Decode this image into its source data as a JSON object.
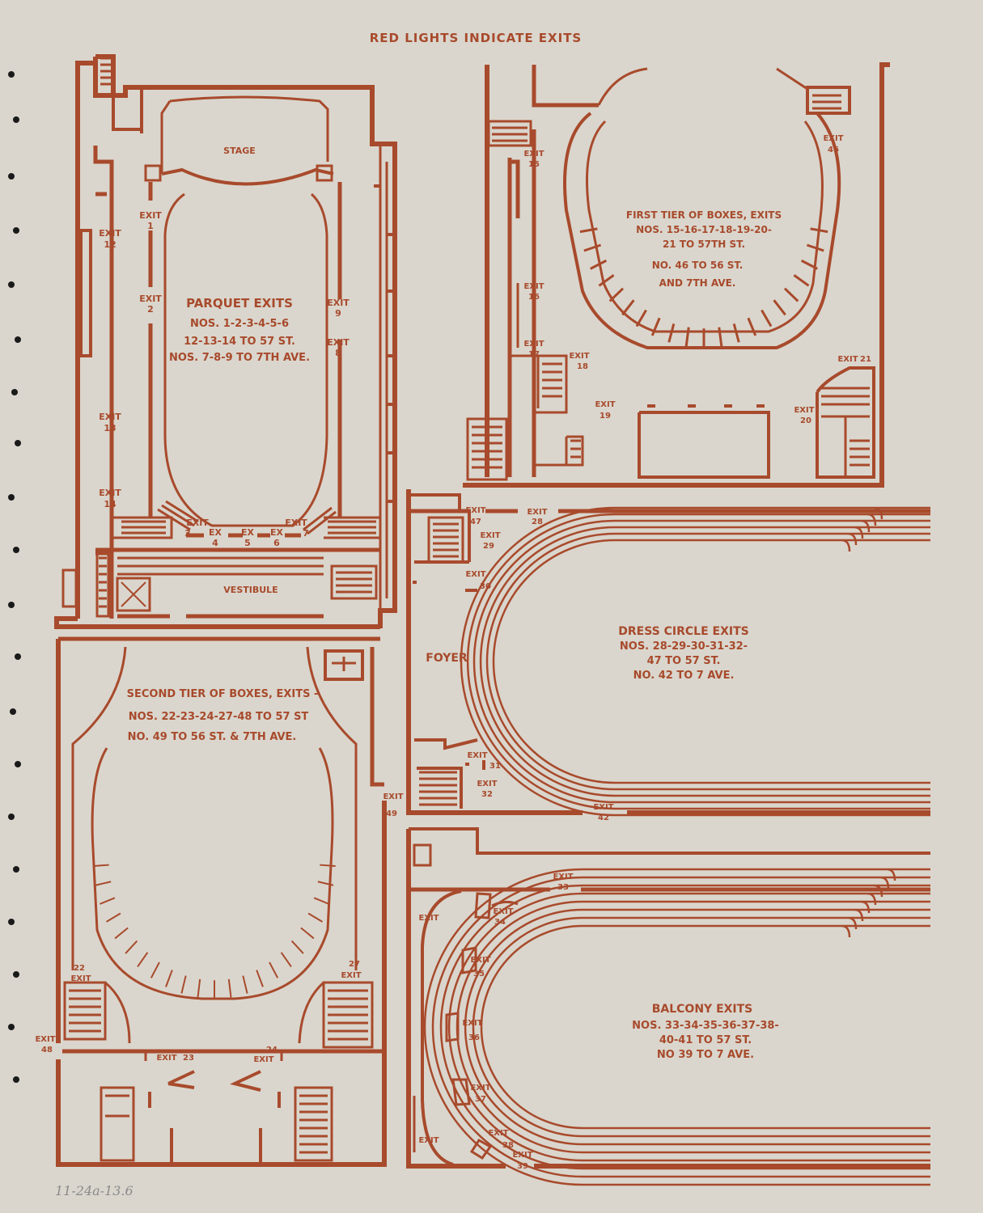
{
  "header": "RED LIGHTS INDICATE EXITS",
  "colors": {
    "paper": "#dad6cd",
    "ink": "#a84a2c"
  },
  "handwritten_note": "11-24a-13.6",
  "parquet": {
    "stage": "STAGE",
    "vestibule": "VESTIBULE",
    "exit_word": "EXIT",
    "ex_word": "EX",
    "exit_numbers": [
      "1",
      "2",
      "3",
      "4",
      "5",
      "6",
      "7",
      "8",
      "9",
      "12",
      "13",
      "14"
    ],
    "title": "PARQUET EXITS",
    "lines": [
      "NOS. 1-2-3-4-5-6",
      "12-13-14 TO 57 ST.",
      "NOS. 7-8-9 TO 7TH AVE."
    ]
  },
  "first_tier": {
    "exit_word": "EXIT",
    "exit_numbers": [
      "15",
      "16",
      "17",
      "18",
      "19",
      "20",
      "21",
      "46"
    ],
    "title": "FIRST TIER OF BOXES, EXITS",
    "lines": [
      "NOS. 15-16-17-18-19-20-",
      "21 TO 57TH ST.",
      "NO. 46 TO 56 ST.",
      "AND 7TH AVE."
    ]
  },
  "dress_circle": {
    "foyer": "FOYER",
    "exit_word": "EXIT",
    "exit_numbers": [
      "28",
      "29",
      "30",
      "31",
      "32",
      "42",
      "47"
    ],
    "title": "DRESS CIRCLE EXITS",
    "lines": [
      "NOS. 28-29-30-31-32-",
      "47 TO 57 ST.",
      "NO. 42 TO 7 AVE."
    ]
  },
  "second_tier": {
    "exit_word": "EXIT",
    "exit_numbers": [
      "22",
      "23",
      "24",
      "27",
      "48",
      "49"
    ],
    "title": "SECOND TIER OF BOXES, EXITS -",
    "lines": [
      "NOS. 22-23-24-27-48 TO 57 ST",
      "NO. 49 TO 56 ST. & 7TH AVE."
    ]
  },
  "balcony": {
    "exit_word": "EXIT",
    "exit_numbers": [
      "33",
      "34",
      "35",
      "36",
      "37",
      "38",
      "39"
    ],
    "title": "BALCONY EXITS",
    "lines": [
      "NOS. 33-34-35-36-37-38-",
      "40-41 TO 57 ST.",
      "NO 39 TO 7 AVE."
    ]
  }
}
